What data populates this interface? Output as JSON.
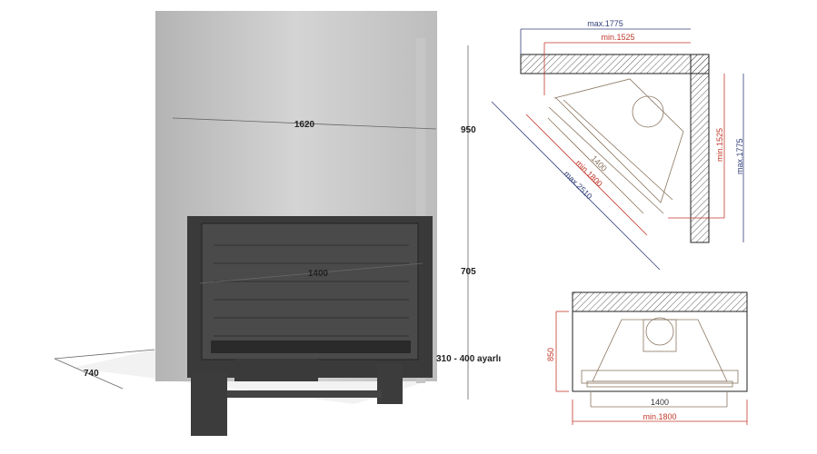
{
  "fireplace_3d": {
    "width_label": "1620",
    "upper_height_label": "950",
    "glass_width_label": "1400",
    "lower_height_label": "705",
    "leg_height_label": "310 - 400 ayarlı",
    "depth_label": "740"
  },
  "corner_plan": {
    "max_top": "max.1775",
    "min_top": "min.1525",
    "min_side": "min.1525",
    "max_side": "max.1775",
    "glass": "1400",
    "min_diag": "min.1800",
    "max_diag": "max.2510"
  },
  "front_plan": {
    "height": "850",
    "glass": "1400",
    "min_width": "min.1800"
  },
  "colors": {
    "red": "#c0392b",
    "blue": "#34407a",
    "brown": "#8a7560"
  }
}
